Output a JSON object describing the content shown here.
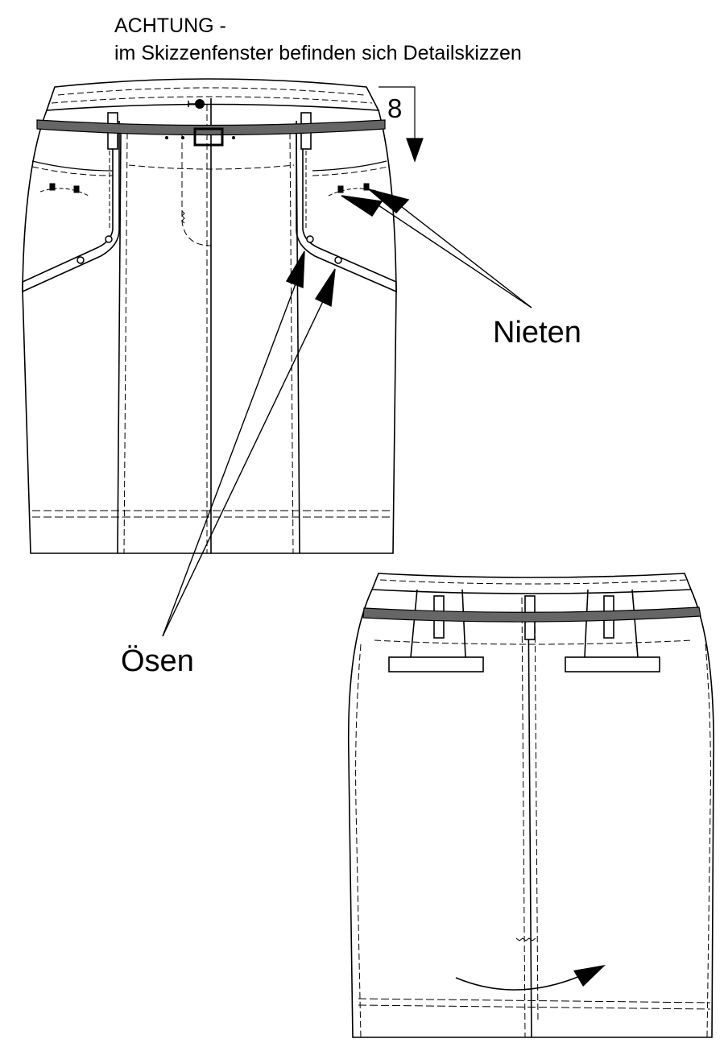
{
  "notice": {
    "title": "ACHTUNG -",
    "subtitle": "im Skizzenfenster befinden sich Detailskizzen"
  },
  "size_marker": "8",
  "callouts": {
    "rivets": "Nieten",
    "eyelets": "Ösen"
  },
  "colors": {
    "line": "#000000",
    "belt": "#666666",
    "background": "#ffffff"
  }
}
